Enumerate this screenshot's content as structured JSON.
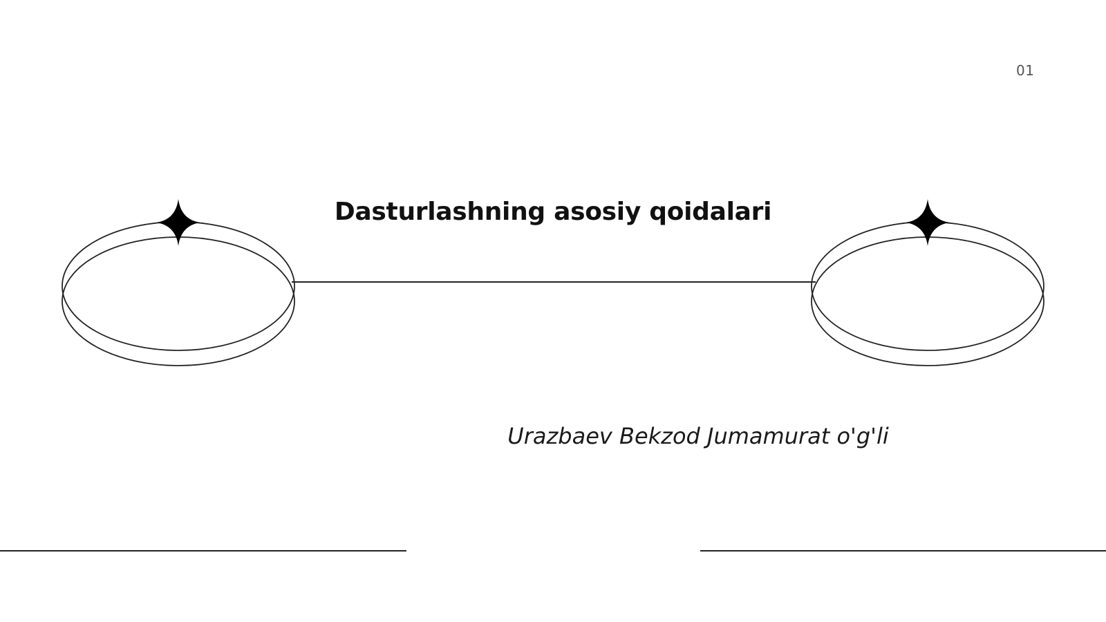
{
  "slide": {
    "page_number": "01",
    "title": "Dasturlashning asosiy qoidalari",
    "author": "Urazbaev Bekzod Jumamurat o'g'li"
  },
  "decorations": {
    "left_ring": "ring-with-star-icon",
    "right_ring": "ring-with-star-icon",
    "line_color": "#222222",
    "star_color": "#000000"
  }
}
